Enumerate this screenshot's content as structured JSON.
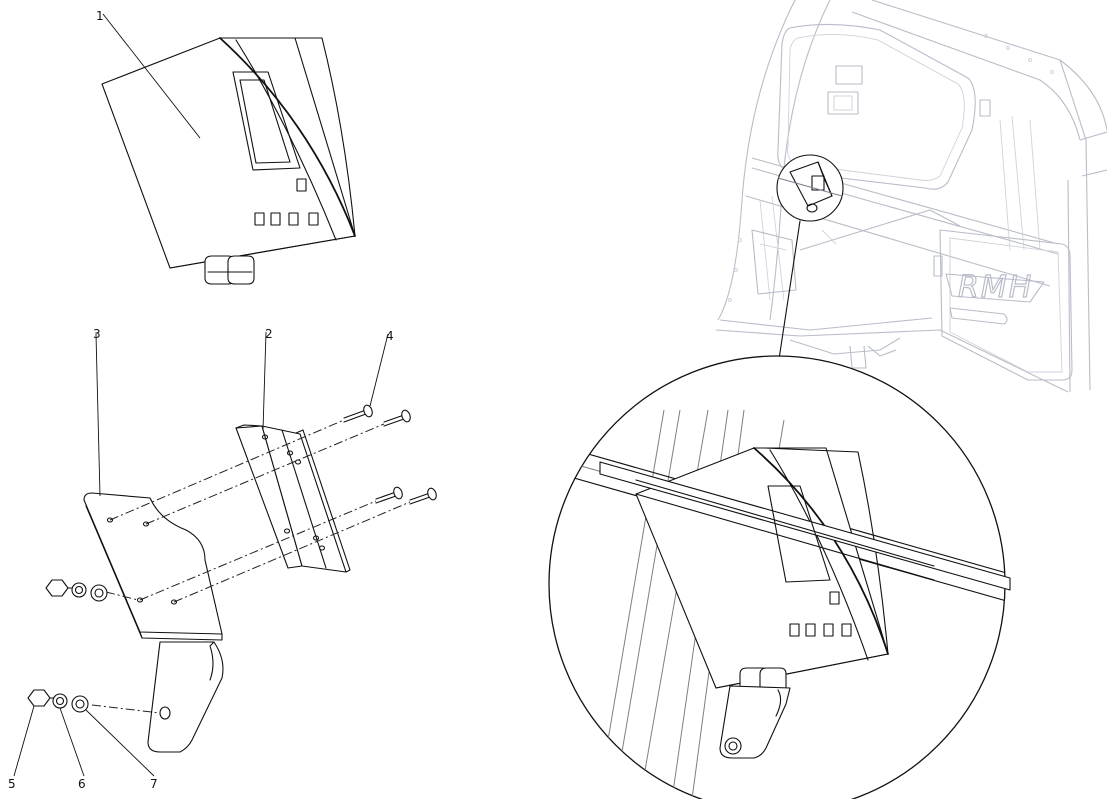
{
  "diagram": {
    "part_labels": {
      "p1": "1",
      "p2": "2",
      "p3": "3",
      "p4": "4",
      "p5": "5",
      "p6": "6",
      "p7": "7"
    },
    "cab_branding": "RMH",
    "colors": {
      "line": "#111111",
      "ghost_line": "#b9bdc9",
      "background": "#ffffff"
    }
  }
}
